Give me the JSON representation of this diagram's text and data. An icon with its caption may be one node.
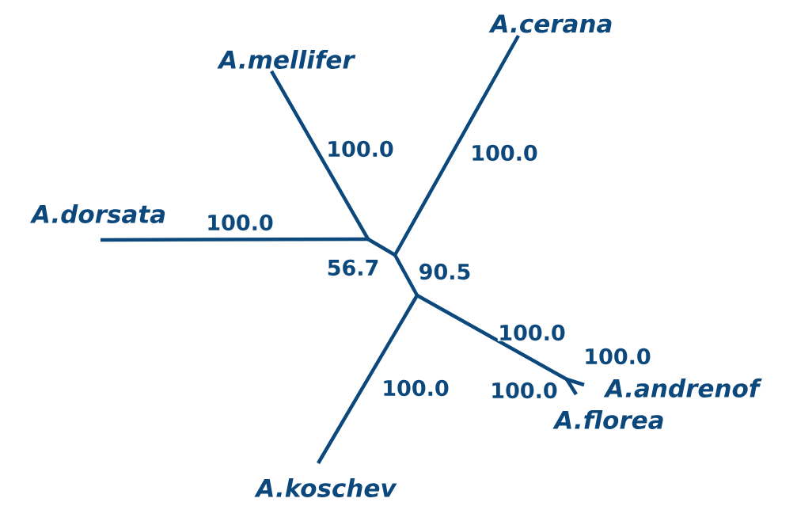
{
  "diagram": {
    "nodes": [
      {
        "text": [
          "A.mellifer"
        ]
      },
      {
        "text": [
          "A.cerana"
        ]
      },
      {
        "text": [
          "A.dorsata"
        ]
      },
      {
        "text": [
          "A.koschev"
        ]
      },
      {
        "text": [
          "A.andrenof"
        ]
      },
      {
        "text": [
          "A.florea"
        ]
      },
      {
        "text": [],
        "shape": "point"
      },
      {
        "text": [],
        "shape": "point"
      },
      {
        "text": [],
        "shape": "point"
      },
      {
        "text": [],
        "shape": "point"
      }
    ],
    "edges": [
      {
        "from": 6,
        "to": 2,
        "arrow": "none",
        "label": "100.0"
      },
      {
        "from": 6,
        "to": 0,
        "arrow": "none",
        "label": "100.0"
      },
      {
        "from": 6,
        "to": 7,
        "arrow": "none",
        "label": "56.7"
      },
      {
        "from": 7,
        "to": 1,
        "arrow": "none",
        "label": "100.0"
      },
      {
        "from": 7,
        "to": 8,
        "arrow": "none",
        "label": "90.5"
      },
      {
        "from": 8,
        "to": 3,
        "arrow": "none",
        "label": "100.0"
      },
      {
        "from": 8,
        "to": 9,
        "arrow": "none",
        "label": "100.0"
      },
      {
        "from": 9,
        "to": 4,
        "arrow": "none",
        "label": "100.0"
      },
      {
        "from": 9,
        "to": 5,
        "arrow": "none",
        "label": "100.0"
      }
    ]
  }
}
